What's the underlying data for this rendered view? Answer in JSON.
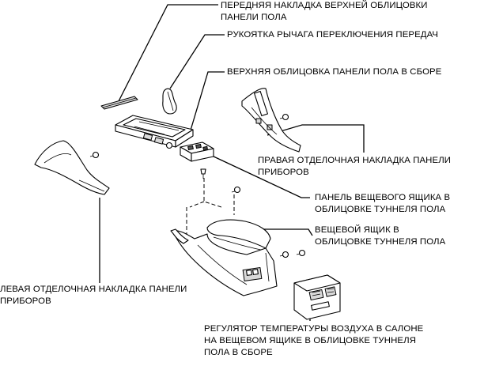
{
  "labels": {
    "front_upper_trim": [
      "ПЕРЕДНЯЯ НАКЛАДКА ВЕРХНЕЙ ОБЛИЦОВКИ",
      "ПАНЕЛИ ПОЛА"
    ],
    "shift_knob": [
      "РУКОЯТКА РЫЧАГА ПЕРЕКЛЮЧЕНИЯ ПЕРЕДАЧ"
    ],
    "upper_panel_assembly": [
      "ВЕРХНЯЯ ОБЛИЦОВКА ПАНЕЛИ ПОЛА В СБОРЕ"
    ],
    "right_trim": [
      "ПРАВАЯ ОТДЕЛОЧНАЯ НАКЛАДКА ПАНЕЛИ",
      "ПРИБОРОВ"
    ],
    "box_panel": [
      "ПАНЕЛЬ ВЕЩЕВОГО ЯЩИКА В",
      "ОБЛИЦОВКЕ ТУННЕЛЯ ПОЛА"
    ],
    "console_box": [
      "ВЕЩЕВОЙ ЯЩИК В",
      "ОБЛИЦОВКЕ ТУННЕЛЯ ПОЛА"
    ],
    "left_trim": [
      "ЛЕВАЯ ОТДЕЛОЧНАЯ НАКЛАДКА ПАНЕЛИ",
      "ПРИБОРОВ"
    ],
    "temp_control": [
      "РЕГУЛЯТОР ТЕМПЕРАТУРЫ ВОЗДУХА В САЛОНЕ",
      "НА ВЕЩЕВОМ ЯЩИКЕ В ОБЛИЦОВКЕ ТУННЕЛЯ",
      "ПОЛА В СБОРЕ"
    ]
  }
}
